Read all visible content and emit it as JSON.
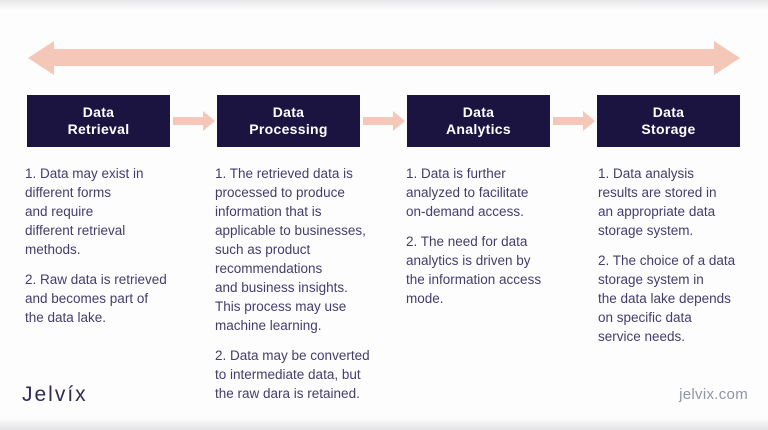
{
  "brand": {
    "logo_text": "Jelvíx",
    "website": "jelvix.com"
  },
  "colors": {
    "stage_box_bg": "#1b1441",
    "arrow": "#f5c7b9",
    "body_text": "#443c6c",
    "title_text": "#ffffff"
  },
  "icons": {
    "double_arrow": "horizontal-double-headed-arrow",
    "flow_arrow": "right-arrow"
  },
  "stages": [
    {
      "title": "Data\nRetrieval",
      "points": [
        "1. Data may exist in\ndifferent forms\nand require\ndifferent retrieval\nmethods.",
        "2. Raw data is retrieved\nand becomes part of\nthe data lake."
      ]
    },
    {
      "title": "Data\nProcessing",
      "points": [
        "1. The retrieved data is\nprocessed to produce\ninformation that is\napplicable to businesses,\nsuch as product\nrecommendations\nand business insights.\nThis process may use\nmachine learning.",
        "2. Data may be converted\nto intermediate data, but\nthe raw dara is retained."
      ]
    },
    {
      "title": "Data\nAnalytics",
      "points": [
        "1. Data is further\nanalyzed to facilitate\non-demand access.",
        "2. The need for data\nanalytics is driven by\nthe information access\nmode."
      ]
    },
    {
      "title": "Data\nStorage",
      "points": [
        "1. Data analysis\nresults are stored in\nan appropriate data\nstorage system.",
        "2. The choice of a data\nstorage system in\nthe data lake depends\non specific data\nservice needs."
      ]
    }
  ]
}
